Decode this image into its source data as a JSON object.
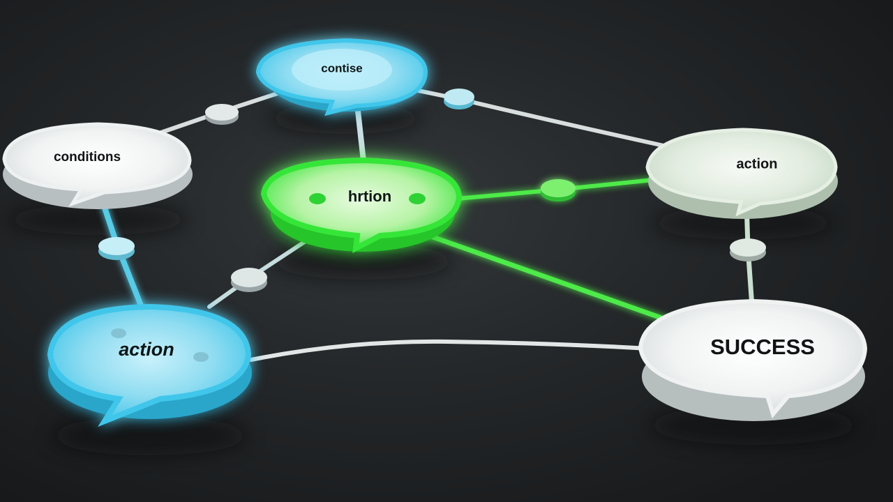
{
  "diagram": {
    "colors": {
      "background": "#222528",
      "blue": "#3fc6ea",
      "blue_light": "#a9e8f6",
      "green": "#35e637",
      "green_light": "#a8f39a",
      "gray": "#dfe3e3",
      "gray_light": "#f2f4f4",
      "green_gray": "#d2e6d4",
      "connector": "#d8dede",
      "connector_green": "#4eea48",
      "connector_blue": "#58cbe6"
    },
    "nodes": [
      {
        "id": "top",
        "label": "contise",
        "color": "blue"
      },
      {
        "id": "left",
        "label": "conditions",
        "color": "white"
      },
      {
        "id": "center",
        "label": "hrtion",
        "color": "green"
      },
      {
        "id": "right",
        "label": "action",
        "color": "greenwhite"
      },
      {
        "id": "bottom-left",
        "label": "action",
        "color": "blue"
      },
      {
        "id": "bottom-right",
        "label": "SUCCESS",
        "color": "white"
      }
    ],
    "edges": [
      {
        "from": "left",
        "to": "top",
        "color": "gray",
        "junction": true
      },
      {
        "from": "top",
        "to": "right",
        "color": "gray",
        "junction": true
      },
      {
        "from": "top",
        "to": "center",
        "color": "gray",
        "junction": false
      },
      {
        "from": "center",
        "to": "right",
        "color": "green",
        "junction": true
      },
      {
        "from": "center",
        "to": "bottom-right",
        "color": "green",
        "junction": false
      },
      {
        "from": "left",
        "to": "bottom-left",
        "color": "blue",
        "junction": true
      },
      {
        "from": "bottom-left",
        "to": "center",
        "color": "gray",
        "junction": true
      },
      {
        "from": "bottom-left",
        "to": "bottom-right",
        "color": "gray",
        "junction": false
      },
      {
        "from": "right",
        "to": "bottom-right",
        "color": "gray",
        "junction": true
      }
    ]
  }
}
